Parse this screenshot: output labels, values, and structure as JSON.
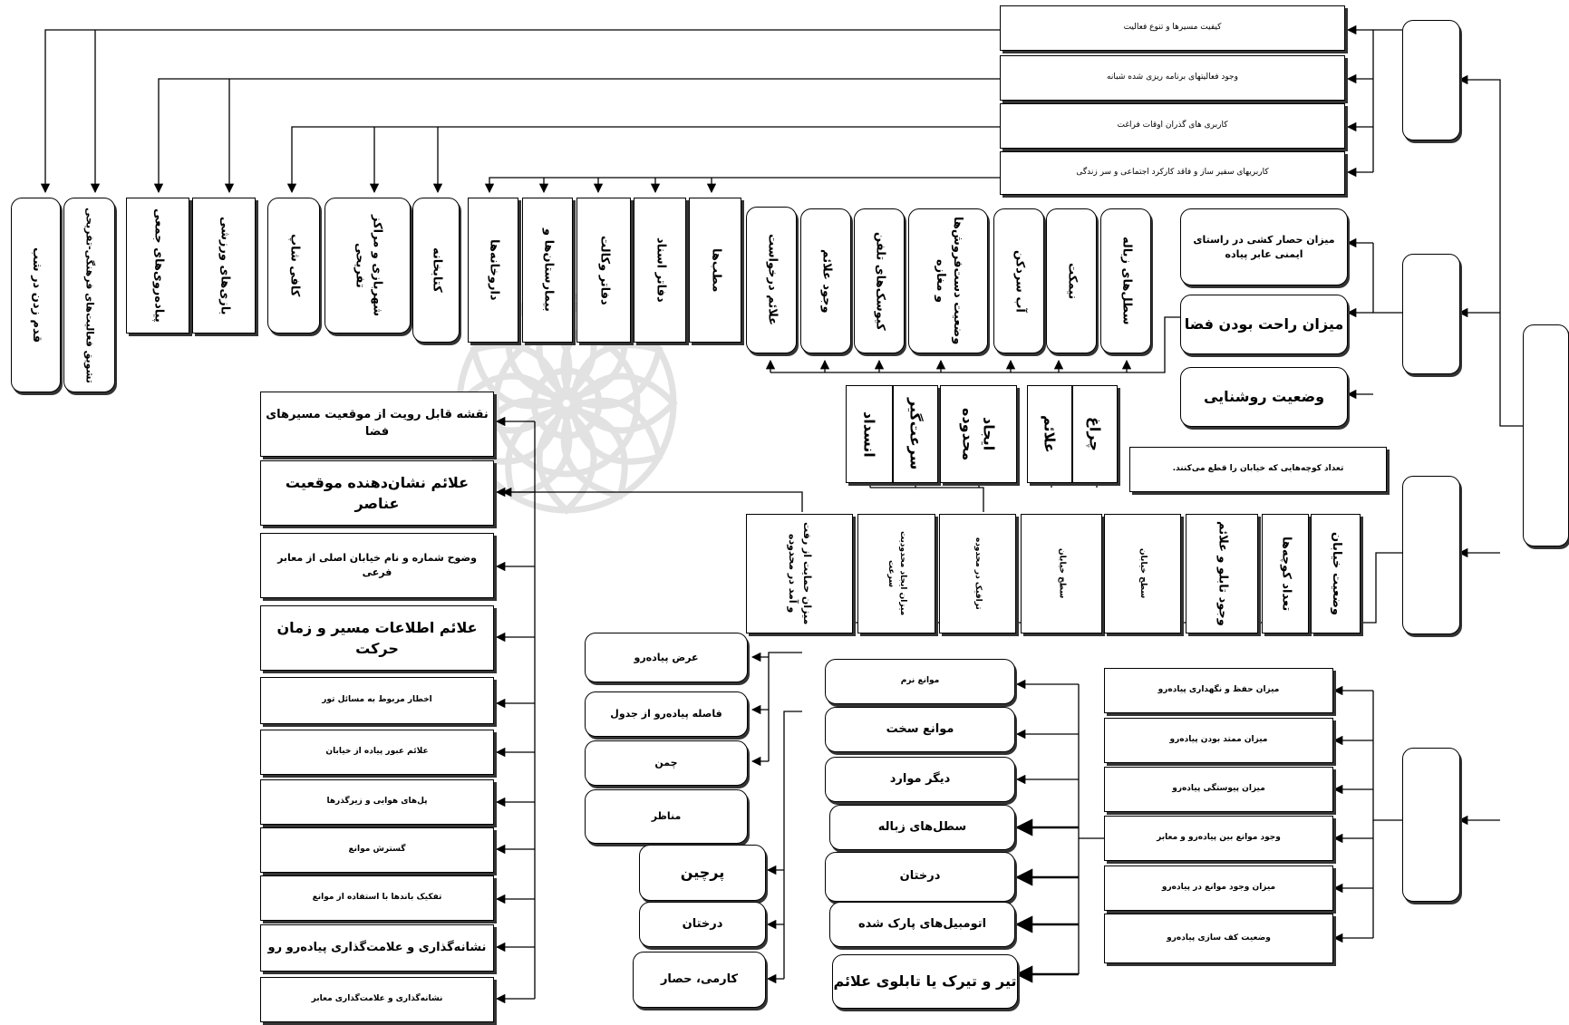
{
  "top_items": [
    "کیفیت مسیرها و تنوع فعالیت",
    "وجود فعالیتهای برنامه ریزی شده شبانه",
    "کاربری های گذران اوقات فراغت",
    "کاربریهای سفیر ساز و فاقد کارکرد اجتماعی و سر زندگی"
  ],
  "columns_left": [
    "قدم زدن در شب",
    "تشویق فعالیت‌های فرهنگی-تفریحی",
    "پیاده‌روی‌های جمعی",
    "بازی‌های ورزشی",
    "کافی شاپ",
    "شهربازی و مراکز تفریحی",
    "کتابخانه",
    "داروخانه‌ها",
    "بیمارستان‌ها و",
    "دفاتر وکالت",
    "دفاتر اسناد",
    "مطب‌ها"
  ],
  "columns_right": [
    "علائم درخواست",
    "وجود علائم",
    "کیوسک‌های تلفن",
    "وضعیت دست‌فروش‌ها و مغازه‌",
    "آب سردکن",
    "نیمکت",
    "سطل‌های زباله"
  ],
  "safety": [
    "میزان حصار کشی در راستای ایمنی عابر پیاده",
    "میزان راحت بودن فضا",
    "وضعیت روشنایی"
  ],
  "traffic_calming": [
    "انسداد",
    "سرعت‌گیر",
    "ایجاد محدوده",
    "علائم",
    "چراغ"
  ],
  "street_note": "تعداد کوچه‌هایی که خیابان را قطع می‌کنند.",
  "street_columns": [
    "میزان حمایت از رفت و آمد در محدوده",
    "میزان ایجاد محدودیت سرعت",
    "ترافیک در محدوده",
    "سطح خیابان",
    "سطح خیابان",
    "وجود تابلو و علائم",
    "تعداد کوچه‌ها",
    "وضعیت خیابان"
  ],
  "signage": [
    "نقشه قابل رویت از موقعیت مسیرهای فضا",
    "علائم نشان‌دهنده موقعیت عناصر",
    "وضوح شماره و نام خیابان اصلی از معابر فرعی",
    "علائم اطلاعات مسیر و زمان حرکت",
    "اخطار مربوط به مسائل تور",
    "علائم عبور پیاده از خیابان",
    "پل‌های هوایی و زیرگذرها",
    "گسترش موانع",
    "تفکیک باندها با استفاده از موانع",
    "نشانه‌گذاری و علامت‌گذاری پیاده‌رو رو",
    "نشانه‌گذاری و علامت‌گذاری معابر"
  ],
  "sidewalk_dims": [
    "عرض پیاده‌رو",
    "فاصله پیاده‌رو از جدول",
    "چمن",
    "مناظر"
  ],
  "edge_types": [
    "پرچین",
    "درختان",
    "کارمی، حصار"
  ],
  "obstacles": [
    "موانع نرم",
    "موانع سخت",
    "دیگر موارد",
    "سطل‌های زباله",
    "درختان",
    "اتومبیل‌های پارک شده",
    "تیر و تیرک یا تابلوی علائم"
  ],
  "sidewalk": [
    "میزان حفظ و نگهداری پیاده‌رو",
    "میزان ممتد بودن پیاده‌رو",
    "میزان پیوستگی پیاده‌رو",
    "وجود موانع بین پیاده‌رو و معابر",
    "میزان وجود موانع در پیاده‌رو",
    "وضعیت کف سازی پیاده‌رو"
  ]
}
